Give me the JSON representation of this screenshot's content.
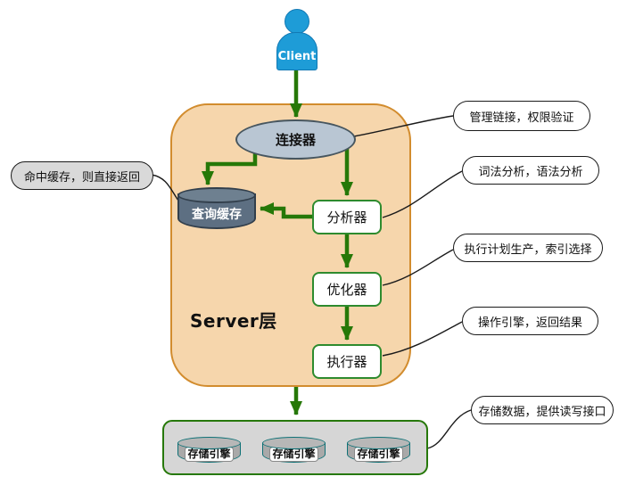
{
  "diagram": {
    "client": {
      "label": "Client"
    },
    "server": {
      "label": "Server层",
      "connector": "连接器",
      "query_cache": "查询缓存",
      "analyzer": "分析器",
      "optimizer": "优化器",
      "executor": "执行器"
    },
    "storage": {
      "engines": [
        "存储引擎",
        "存储引擎",
        "存储引擎"
      ]
    },
    "callouts": {
      "cache_hit": "命中缓存，则直接返回",
      "connector_note": "管理链接，权限验证",
      "analyzer_note": "词法分析，语法分析",
      "optimizer_note": "执行计划生产，索引选择",
      "executor_note": "操作引擎，返回结果",
      "storage_note": "存储数据，提供读写接口"
    },
    "colors": {
      "server_fill": "#F6D6AC",
      "server_border": "#D28C2E",
      "arrow_green": "#267808",
      "box_border_green": "#2E8B2E",
      "connector_fill": "#B9C6D3",
      "cache_fill": "#5D6F82",
      "client_blue": "#1E9CD7",
      "storage_fill": "#D6D6D6",
      "cylinder_fill": "#A9A9A9",
      "cylinder_border": "#0E7176",
      "callout_gray_fill": "#D9D9D9"
    }
  }
}
